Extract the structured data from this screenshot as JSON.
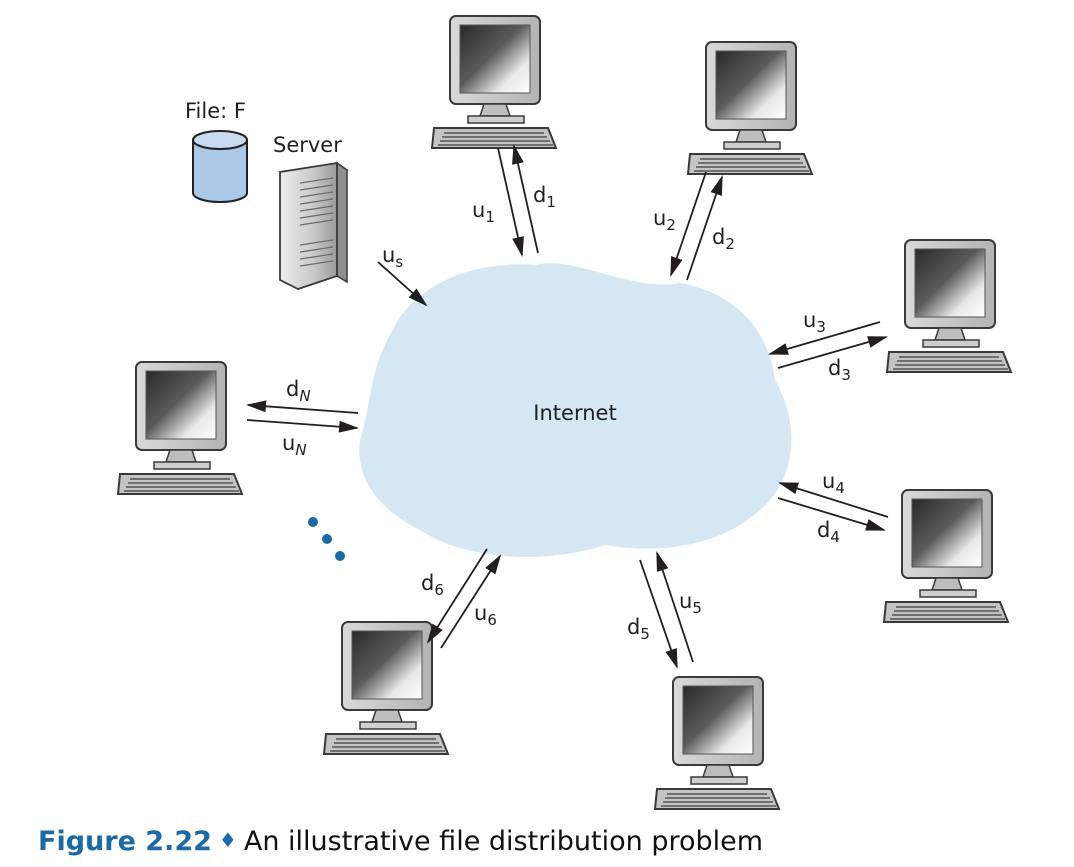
{
  "diagram": {
    "file_label": "File: F",
    "server_label": "Server",
    "server_rate": {
      "base": "u",
      "sub": "s"
    },
    "cloud_label": "Internet",
    "peers": [
      {
        "id": "1",
        "up": {
          "base": "u",
          "sub": "1"
        },
        "down": {
          "base": "d",
          "sub": "1"
        }
      },
      {
        "id": "2",
        "up": {
          "base": "u",
          "sub": "2"
        },
        "down": {
          "base": "d",
          "sub": "2"
        }
      },
      {
        "id": "3",
        "up": {
          "base": "u",
          "sub": "3"
        },
        "down": {
          "base": "d",
          "sub": "3"
        }
      },
      {
        "id": "4",
        "up": {
          "base": "u",
          "sub": "4"
        },
        "down": {
          "base": "d",
          "sub": "4"
        }
      },
      {
        "id": "5",
        "up": {
          "base": "u",
          "sub": "5"
        },
        "down": {
          "base": "d",
          "sub": "5"
        }
      },
      {
        "id": "6",
        "up": {
          "base": "u",
          "sub": "6"
        },
        "down": {
          "base": "d",
          "sub": "6"
        }
      },
      {
        "id": "N",
        "up": {
          "base": "u",
          "sub": "N"
        },
        "down": {
          "base": "d",
          "sub": "N"
        }
      }
    ],
    "colors": {
      "cloud": "#d4e7f3",
      "accent": "#1a6aa8",
      "database": "#a9c9e6",
      "arrow": "#231f20"
    }
  },
  "caption": {
    "figure_number": "Figure 2.22",
    "separator": "♦",
    "text": "An illustrative file distribution problem"
  }
}
